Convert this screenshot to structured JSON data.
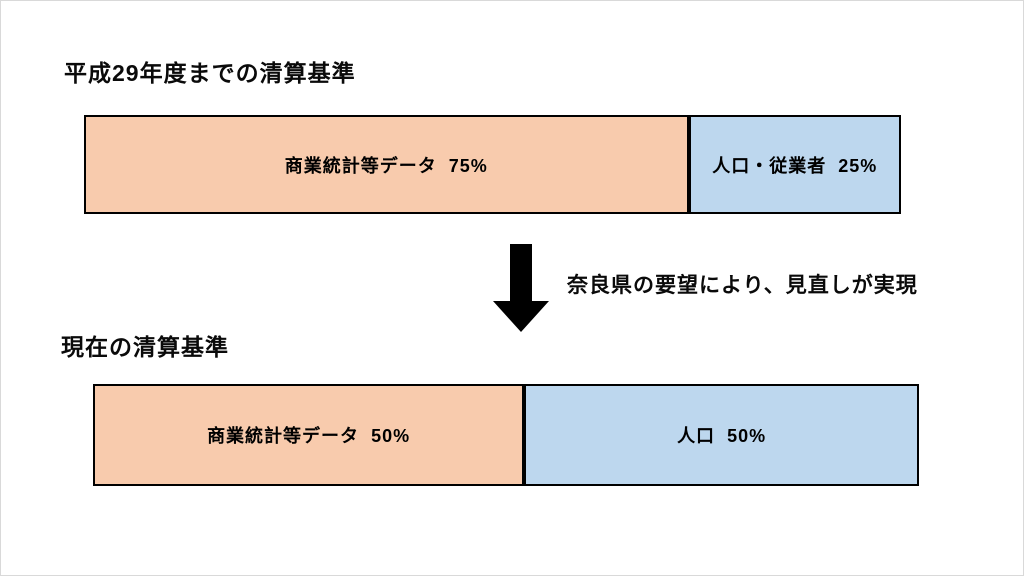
{
  "colors": {
    "background": "#ffffff",
    "orange_fill": "#F8CBAD",
    "blue_fill": "#BDD7EE",
    "border": "#000000",
    "arrow": "#000000",
    "text": "#000000"
  },
  "before": {
    "title": "平成29年度までの清算基準",
    "segments": [
      {
        "label": "商業統計等データ  75%",
        "value_pct": 75,
        "width_pct": 74,
        "fill": "#F8CBAD"
      },
      {
        "label": "人口・従業者  25%",
        "value_pct": 25,
        "width_pct": 26,
        "fill": "#BDD7EE"
      }
    ]
  },
  "transition": {
    "arrow_icon": "down-arrow",
    "note": "奈良県の要望により、見直しが実現"
  },
  "after": {
    "title": "現在の清算基準",
    "segments": [
      {
        "label": "商業統計等データ  50%",
        "value_pct": 50,
        "width_pct": 52.2,
        "fill": "#F8CBAD"
      },
      {
        "label": "人口  50%",
        "value_pct": 50,
        "width_pct": 47.8,
        "fill": "#BDD7EE"
      }
    ]
  }
}
